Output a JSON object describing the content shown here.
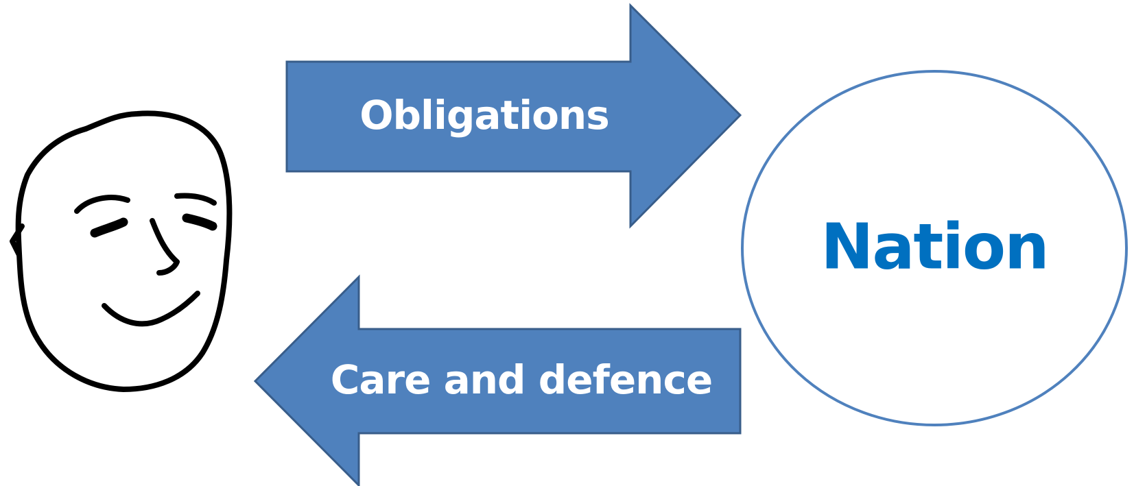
{
  "diagram": {
    "arrow_right_label": "Obligations",
    "arrow_left_label": "Care and defence",
    "nation_label": "Nation"
  },
  "colors": {
    "arrow_fill": "#4f81bd",
    "arrow_stroke": "#385d8a",
    "circle_stroke": "#4f81bd",
    "nation_text": "#0070c0",
    "face_stroke": "#000000"
  },
  "icons": {
    "person": "face-icon"
  }
}
